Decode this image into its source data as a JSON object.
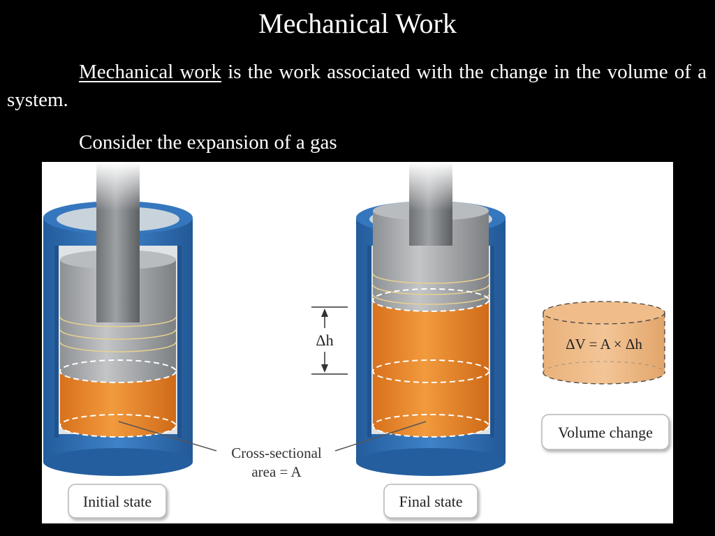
{
  "slide": {
    "title": "Mechanical Work",
    "paragraph1_term": "Mechanical work",
    "paragraph1_rest": " is the work associated with the change in the volume of a system.",
    "paragraph2": "Consider the expansion of a gas"
  },
  "figure": {
    "delta_h_label": "Δh",
    "cross_section_line1": "Cross-sectional",
    "cross_section_line2": "area = A",
    "volume_formula": "ΔV = A × Δh",
    "initial_state_label": "Initial state",
    "final_state_label": "Final state",
    "volume_change_label": "Volume change",
    "colors": {
      "cylinder_blue": "#2f6fb5",
      "gas_orange": "#e8862c",
      "piston_gray": "#a9abad",
      "background": "#000000"
    }
  }
}
